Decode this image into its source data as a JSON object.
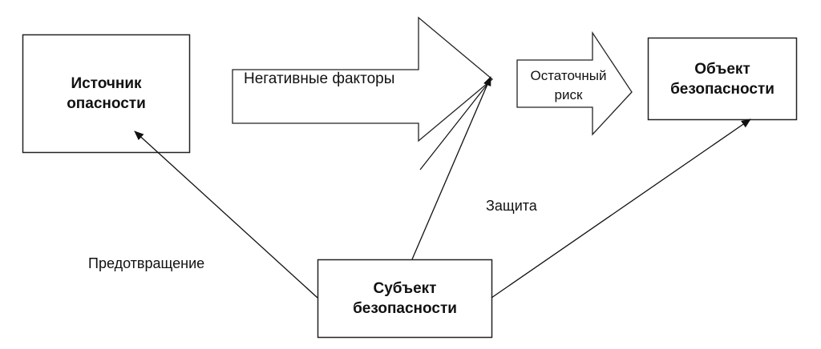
{
  "nodes": {
    "source": {
      "line1": "Источник",
      "line2": "опасности"
    },
    "object": {
      "line1": "Объект",
      "line2": "безопасности"
    },
    "subject": {
      "line1": "Субъект",
      "line2": "безопасности"
    }
  },
  "arrows": {
    "negative_factors": "Негативные факторы",
    "residual_risk": {
      "line1": "Остаточный",
      "line2": "риск"
    }
  },
  "edges": {
    "prevention": "Предотвращение",
    "protection": "Защита"
  }
}
